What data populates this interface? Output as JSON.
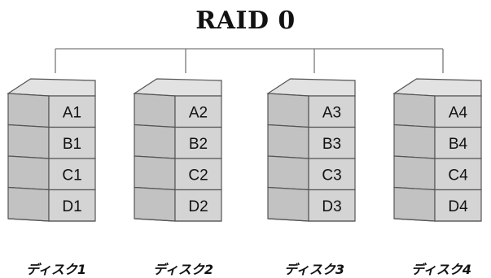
{
  "title": "RAID 0",
  "disks": [
    {
      "label": "ディスク1",
      "blocks": [
        "A1",
        "B1",
        "C1",
        "D1"
      ]
    },
    {
      "label": "ディスク2",
      "blocks": [
        "A2",
        "B2",
        "C2",
        "D2"
      ]
    },
    {
      "label": "ディスク3",
      "blocks": [
        "A3",
        "B3",
        "C3",
        "D3"
      ]
    },
    {
      "label": "ディスク4",
      "blocks": [
        "A4",
        "B4",
        "C4",
        "D4"
      ]
    }
  ]
}
